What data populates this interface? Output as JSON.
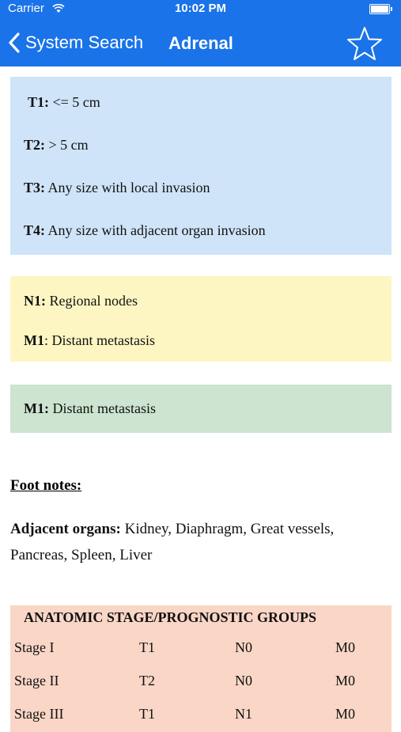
{
  "status_bar": {
    "carrier": "Carrier",
    "time": "10:02 PM"
  },
  "nav": {
    "back_label": "System Search",
    "title": "Adrenal"
  },
  "t_section": [
    {
      "key": "T1:",
      "text": " <= 5 cm"
    },
    {
      "key": "T2:",
      "text": " > 5 cm"
    },
    {
      "key": "T3:",
      "text": " Any size with local invasion"
    },
    {
      "key": "T4:",
      "text": " Any size with adjacent organ invasion"
    }
  ],
  "n_section": [
    {
      "key": "N1:",
      "text": " Regional nodes"
    },
    {
      "key": "M1",
      "text": ": Distant metastasis"
    }
  ],
  "m_section": [
    {
      "key": "M1:",
      "text": " Distant metastasis"
    }
  ],
  "footnotes": {
    "title": "Foot notes:",
    "adjacent_key": "Adjacent organs:",
    "adjacent_text": " Kidney, Diaphragm, Great vessels, Pancreas, Spleen, Liver"
  },
  "stages": {
    "title": "ANATOMIC STAGE/PROGNOSTIC GROUPS",
    "rows": [
      [
        "Stage I",
        "T1",
        "N0",
        "M0"
      ],
      [
        "Stage II",
        "T2",
        "N0",
        "M0"
      ],
      [
        "Stage III",
        "T1",
        "N1",
        "M0"
      ]
    ]
  },
  "colors": {
    "header": "#1a73e8",
    "t_bg": "#cfe4f8",
    "n_bg": "#fdf6c3",
    "m_bg": "#cce4d0",
    "stage_bg": "#f9d6c6",
    "stage_title": "#e23b3b"
  },
  "icons": [
    "wifi-icon",
    "battery-icon",
    "back-chevron-icon",
    "star-icon"
  ]
}
